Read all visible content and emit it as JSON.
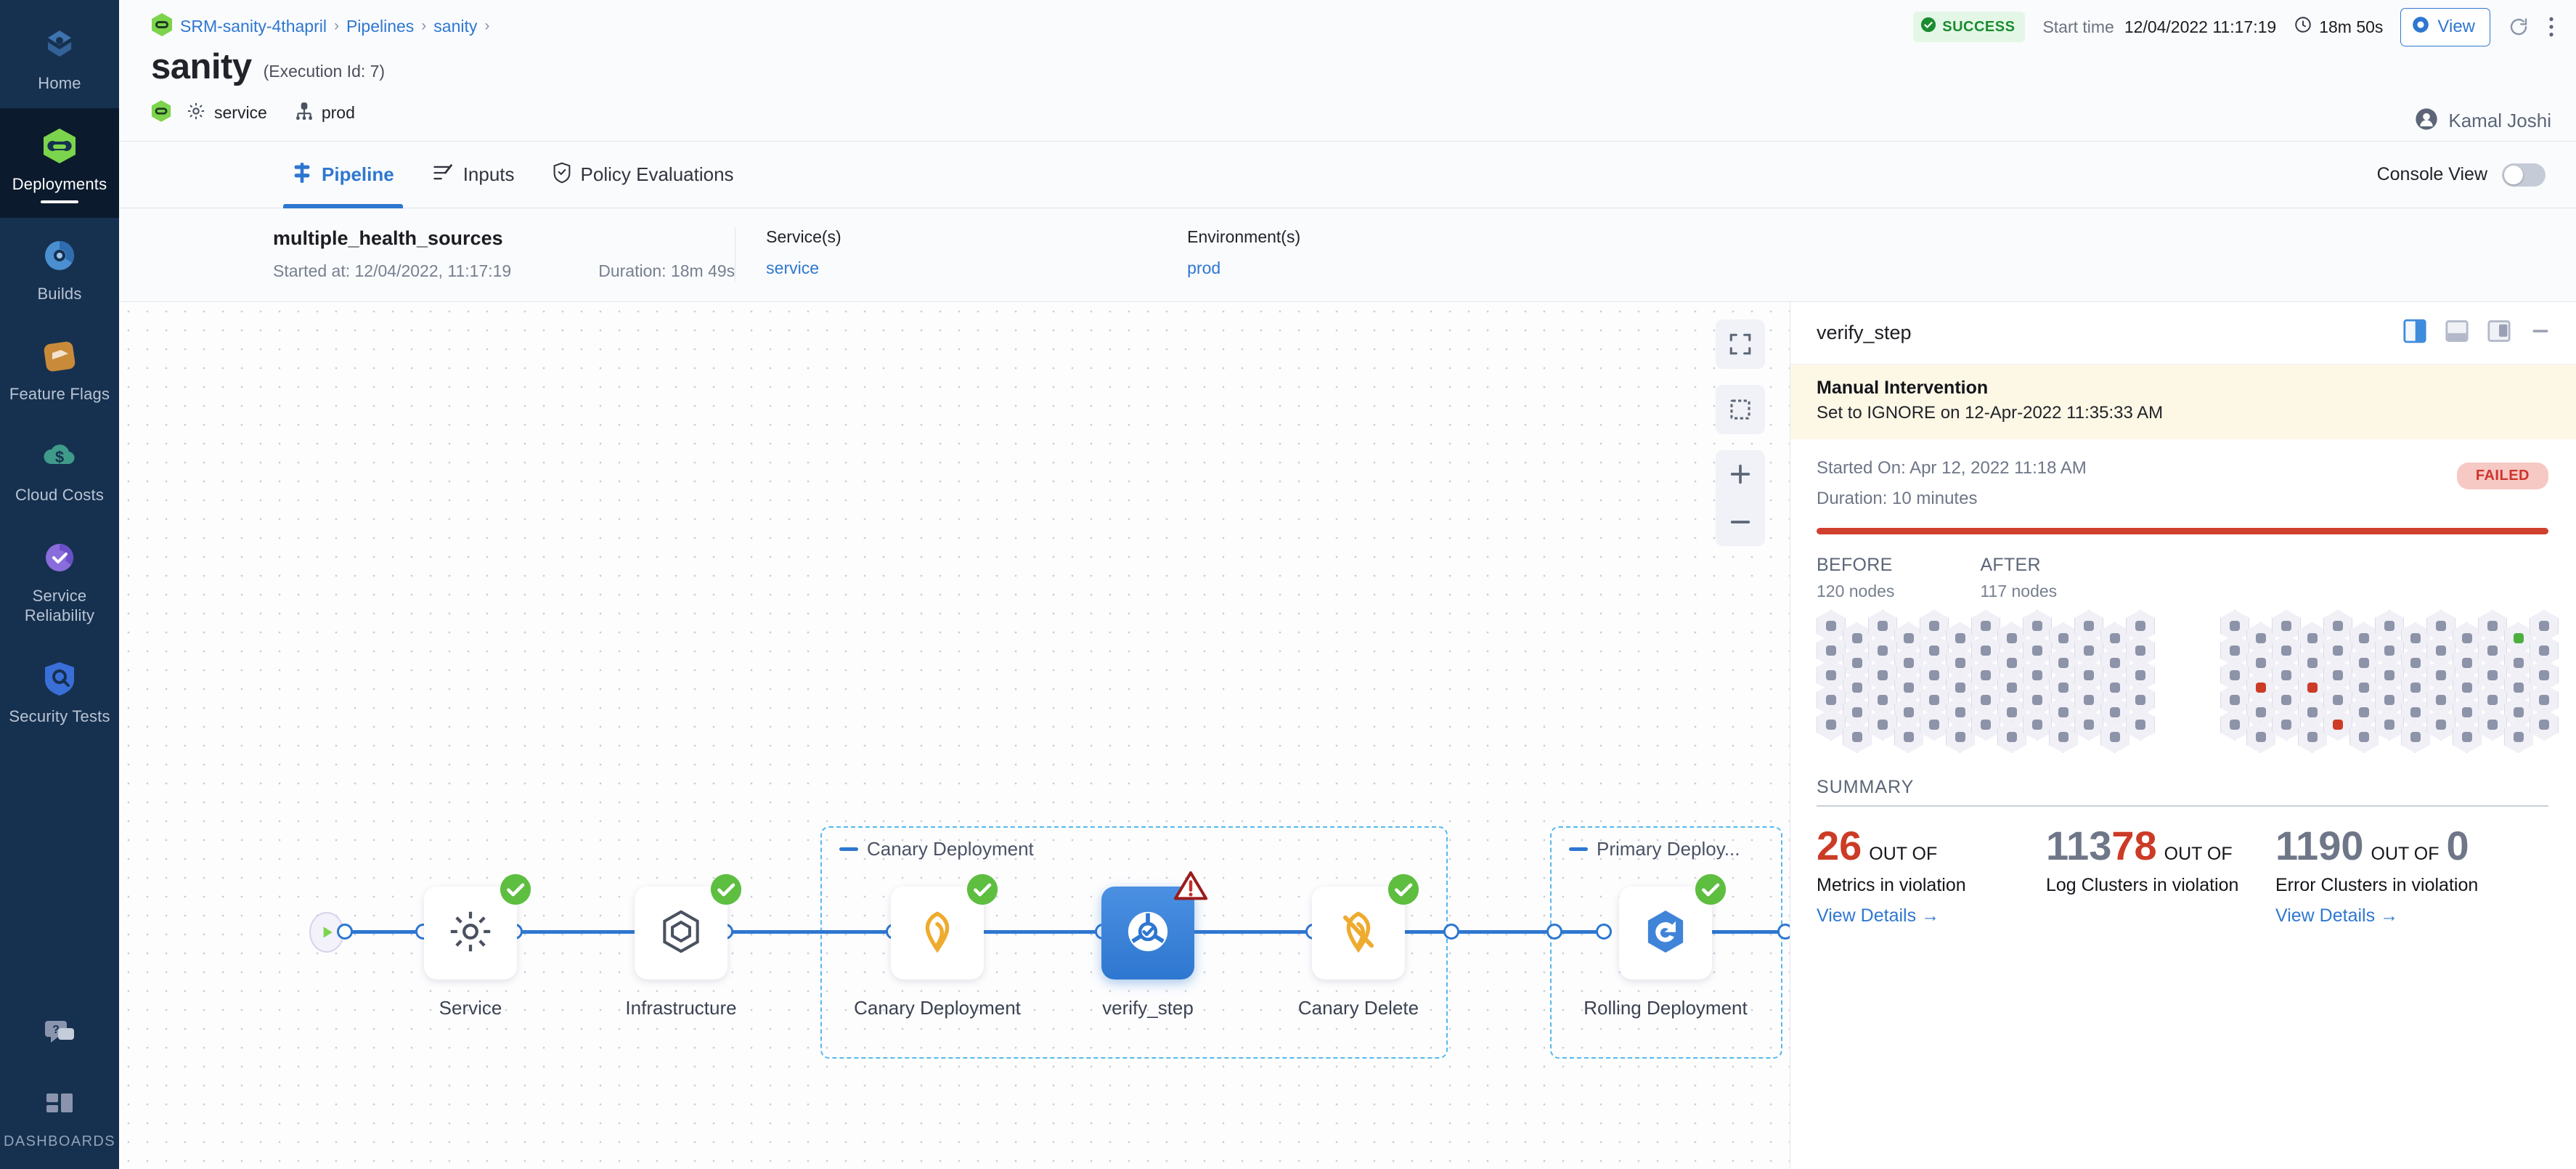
{
  "sidebar": {
    "items": [
      {
        "label": "Home",
        "icon": "home-module-icon",
        "active": false
      },
      {
        "label": "Deployments",
        "icon": "deployments-module-icon",
        "active": true
      },
      {
        "label": "Builds",
        "icon": "builds-module-icon",
        "active": false
      },
      {
        "label": "Feature Flags",
        "icon": "feature-flags-module-icon",
        "active": false
      },
      {
        "label": "Cloud Costs",
        "icon": "cloud-costs-module-icon",
        "active": false
      },
      {
        "label": "Service Reliability",
        "icon": "service-reliability-module-icon",
        "active": false
      },
      {
        "label": "Security Tests",
        "icon": "security-tests-module-icon",
        "active": false
      }
    ],
    "help": {
      "label": "",
      "icon": "help-chat-icon"
    },
    "dashboards": {
      "label": "DASHBOARDS",
      "icon": "dashboards-grid-icon"
    }
  },
  "header": {
    "breadcrumbs": [
      {
        "label": "SRM-sanity-4thapril"
      },
      {
        "label": "Pipelines"
      },
      {
        "label": "sanity"
      }
    ],
    "separator": "›",
    "title": "sanity",
    "execution_id": "(Execution Id: 7)",
    "chips": [
      {
        "label": "service",
        "icon": "gear-icon"
      },
      {
        "label": "prod",
        "icon": "environment-icon"
      }
    ],
    "status_badge": "SUCCESS",
    "start_time_label": "Start time",
    "start_time_value": "12/04/2022 11:17:19",
    "duration": "18m 50s",
    "view_button": "View",
    "user_name": "Kamal Joshi",
    "accent_blue": "#2e77d0",
    "success_green": "#1b8b30"
  },
  "tabs": [
    {
      "label": "Pipeline",
      "icon": "pipeline-icon",
      "active": true
    },
    {
      "label": "Inputs",
      "icon": "inputs-icon",
      "active": false
    },
    {
      "label": "Policy Evaluations",
      "icon": "policy-shield-icon",
      "active": false
    }
  ],
  "console_view": {
    "label": "Console View",
    "on": false
  },
  "execution_info": {
    "name": "multiple_health_sources",
    "started_at": "Started at: 12/04/2022, 11:17:19",
    "duration": "Duration: 18m 49s",
    "services_label": "Service(s)",
    "services_value": "service",
    "environments_label": "Environment(s)",
    "environments_value": "prod"
  },
  "pipeline": {
    "groups": [
      {
        "label": "Canary Deployment"
      },
      {
        "label": "Primary Deploy..."
      }
    ],
    "nodes": [
      {
        "label": "Service",
        "icon": "gear-icon",
        "status": "success",
        "selected": false
      },
      {
        "label": "Infrastructure",
        "icon": "hexagon-infra-icon",
        "status": "success",
        "selected": false
      },
      {
        "label": "Canary Deployment",
        "icon": "canary-bird-icon",
        "status": "success",
        "selected": false
      },
      {
        "label": "verify_step",
        "icon": "verify-icon",
        "status": "warning",
        "selected": true
      },
      {
        "label": "Canary Delete",
        "icon": "canary-delete-icon",
        "status": "success",
        "selected": false
      },
      {
        "label": "Rolling Deployment",
        "icon": "rolling-deploy-icon",
        "status": "success",
        "selected": false
      }
    ],
    "tools": [
      {
        "icon": "fit-to-screen-icon"
      },
      {
        "icon": "select-area-icon"
      },
      {
        "icon": "zoom-in-icon"
      },
      {
        "icon": "zoom-out-icon"
      }
    ]
  },
  "panel": {
    "title": "verify_step",
    "controls": [
      {
        "icon": "split-right-view-icon",
        "active": true
      },
      {
        "icon": "bottom-view-icon",
        "active": false
      },
      {
        "icon": "float-view-icon",
        "active": false
      },
      {
        "icon": "minimize-icon",
        "active": false
      }
    ],
    "manual_intervention": {
      "title": "Manual Intervention",
      "subtitle": "Set to IGNORE on 12-Apr-2022 11:35:33 AM"
    },
    "started_on": "Started On: Apr 12, 2022 11:18 AM",
    "duration": "Duration: 10 minutes",
    "status": "FAILED",
    "before": {
      "title": "BEFORE",
      "nodes": "120 nodes"
    },
    "after": {
      "title": "AFTER",
      "nodes": "117 nodes"
    },
    "summary_label": "SUMMARY",
    "summary": [
      {
        "value": "26",
        "value_color": "red",
        "out_of": "OUT OF",
        "total": "",
        "desc": "Metrics in violation",
        "link": "View Details",
        "arrow": "→"
      },
      {
        "value": "113",
        "value_color": "gray",
        "value2": "78",
        "value2_color": "red",
        "out_of": "OUT OF",
        "desc": "Log Clusters in violation",
        "link": "",
        "arrow": ""
      },
      {
        "value": "1190",
        "value_color": "gray",
        "out_of": "OUT OF",
        "total": "0",
        "desc": "Error Clusters in violation",
        "link": "View Details",
        "arrow": "→"
      }
    ]
  },
  "chart_data": {
    "type": "heatmap",
    "title": "Node health before/after deployment",
    "series": [
      {
        "name": "BEFORE",
        "total_nodes": 120,
        "healthy": 120,
        "unhealthy": 0,
        "warning": 0
      },
      {
        "name": "AFTER",
        "total_nodes": 117,
        "healthy": 113,
        "unhealthy": 3,
        "warning": 1
      }
    ],
    "legend": [
      "neutral",
      "failed",
      "healthy"
    ],
    "colors": {
      "neutral": "#8d93a8",
      "failed": "#cc3b26",
      "healthy": "#4caf3f"
    }
  }
}
